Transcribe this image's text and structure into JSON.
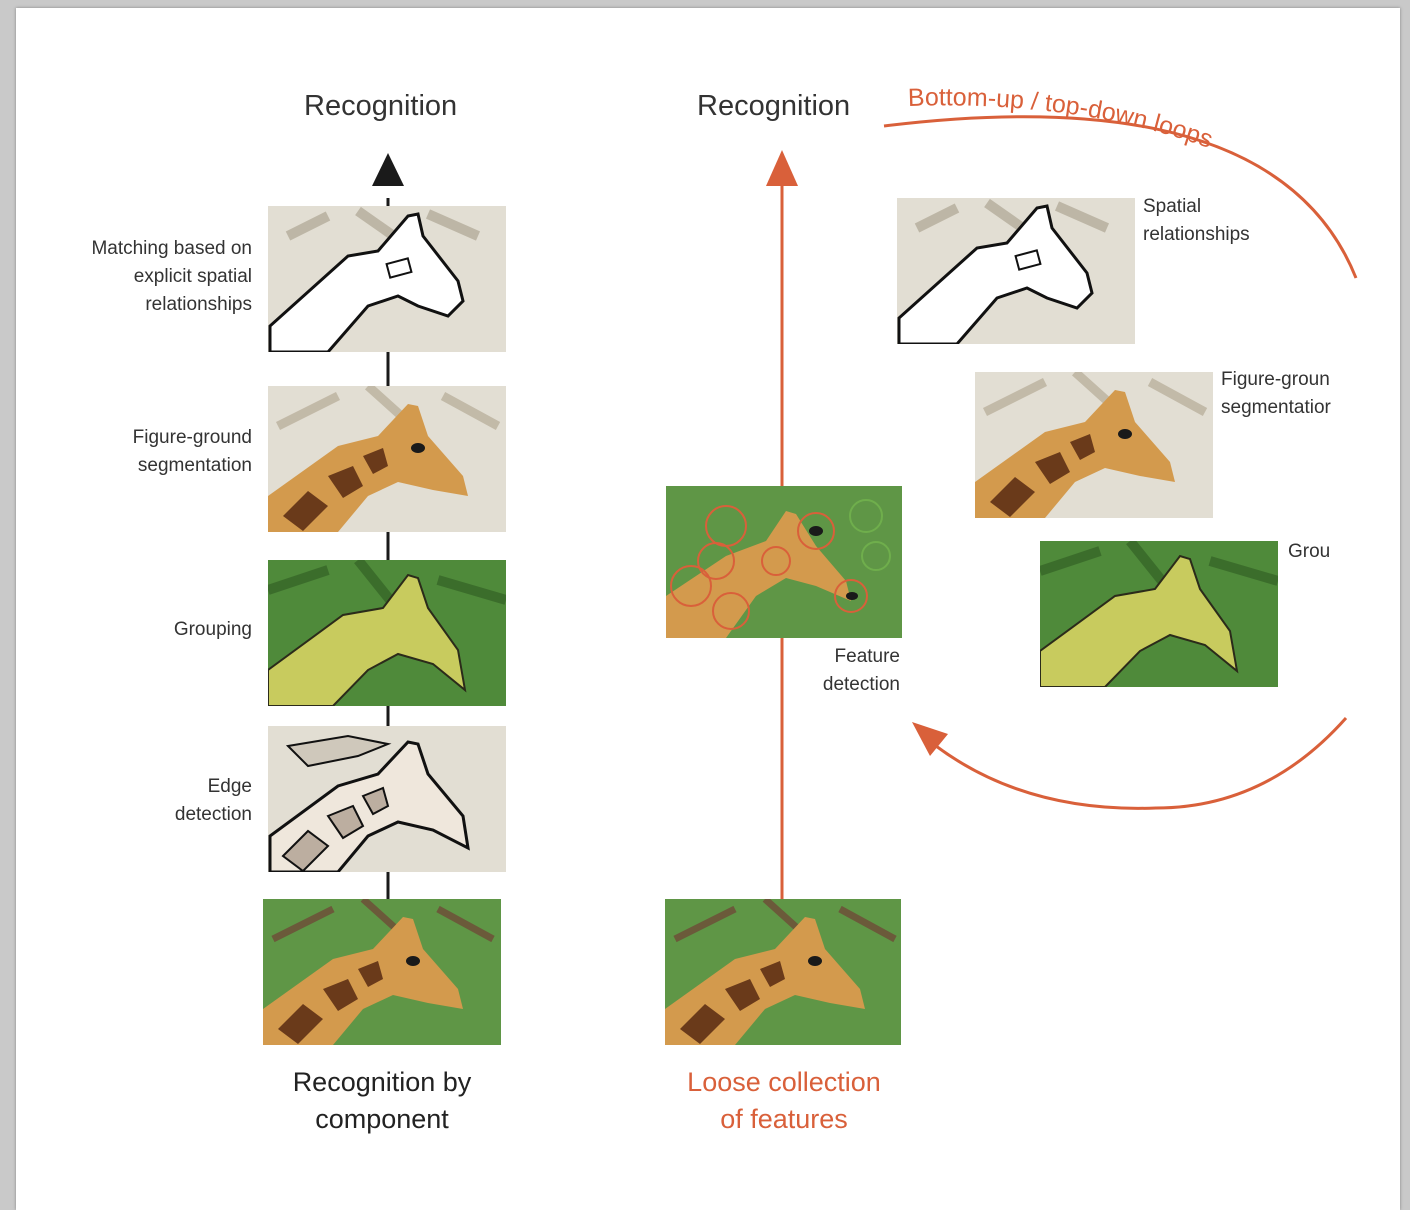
{
  "left_column": {
    "title": "Recognition",
    "caption_line1": "Recognition by",
    "caption_line2": "component",
    "stages": [
      {
        "label_lines": [
          "Matching based on",
          "explicit spatial",
          "relationships"
        ],
        "image": "giraffe-outline"
      },
      {
        "label_lines": [
          "Figure-ground",
          "segmentation"
        ],
        "image": "giraffe-segmented"
      },
      {
        "label_lines": [
          "Grouping"
        ],
        "image": "giraffe-grouping"
      },
      {
        "label_lines": [
          "Edge",
          "detection"
        ],
        "image": "giraffe-edges"
      },
      {
        "label_lines": [],
        "image": "giraffe-photo"
      }
    ]
  },
  "middle_column": {
    "title": "Recognition",
    "feature_label_line1": "Feature",
    "feature_label_line2": "detection",
    "caption_line1": "Loose collection",
    "caption_line2": "of features"
  },
  "right_column": {
    "loop_label": "Bottom-up / top-down loops",
    "spatial_line1": "Spatial",
    "spatial_line2": "relationships",
    "figure_ground_line1": "Figure-groun",
    "figure_ground_line2": "segmentatior",
    "grouping_label": "Grou"
  },
  "colors": {
    "accent": "#d9603a",
    "text": "#333333",
    "arrow_dark": "#1a1a1a",
    "foliage": "#4f8a3a",
    "bark": "#e1ddd1",
    "giraffe_tan": "#d39a4d",
    "giraffe_patch": "#6a3a1a",
    "grouping_fill": "#c8cb5e"
  }
}
